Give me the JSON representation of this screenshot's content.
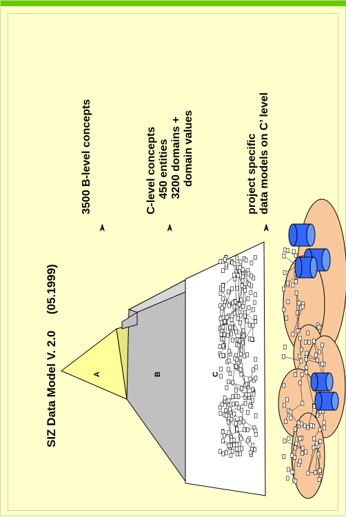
{
  "slide": {
    "title": "SIZ Data Model V. 2.0     (05.1999)",
    "bullets": [
      {
        "marker": "➢",
        "lines": [
          "3500 B-level concepts"
        ]
      },
      {
        "marker": "➢",
        "lines": [
          "C-level concepts",
          "     450 entities",
          "     3200 domains +",
          "         domain values"
        ]
      },
      {
        "marker": "➢",
        "lines": [
          "project specific",
          "data models on C’ level"
        ]
      }
    ],
    "pyramid": {
      "layer_a": "A",
      "layer_b": "B",
      "layer_c": "C"
    }
  },
  "colors": {
    "accent_bar": "#66cc00",
    "background": "#ffffcc",
    "layer_a_fill": "#ffff99",
    "layer_b_fill": "#c0c0c0",
    "layer_c_fill": "#ffffff",
    "project_model_fill": "#f8c89c",
    "database_fill": "#3366ff"
  }
}
